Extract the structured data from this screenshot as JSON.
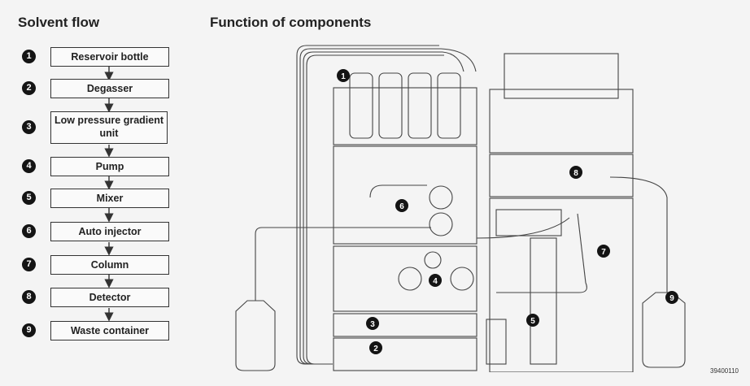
{
  "solvent_flow": {
    "title": "Solvent flow",
    "steps": [
      {
        "num": "1",
        "label": "Reservoir bottle"
      },
      {
        "num": "2",
        "label": "Degasser"
      },
      {
        "num": "3",
        "label": "Low pressure gradient unit"
      },
      {
        "num": "4",
        "label": "Pump"
      },
      {
        "num": "5",
        "label": "Mixer"
      },
      {
        "num": "6",
        "label": "Auto injector"
      },
      {
        "num": "7",
        "label": "Column"
      },
      {
        "num": "8",
        "label": "Detector"
      },
      {
        "num": "9",
        "label": "Waste container"
      }
    ]
  },
  "components": {
    "title": "Function of components",
    "callouts": [
      "1",
      "2",
      "3",
      "4",
      "5",
      "6",
      "7",
      "8",
      "9"
    ]
  },
  "figure_code": "39400110"
}
